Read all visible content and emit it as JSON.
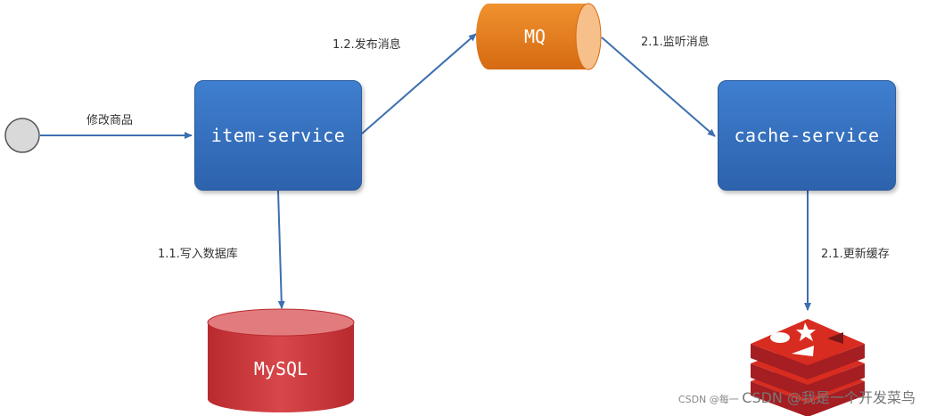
{
  "nodes": {
    "item_service": "item-service",
    "cache_service": "cache-service",
    "mq": "MQ",
    "mysql": "MySQL"
  },
  "edges": {
    "modify": "修改商品",
    "write_db": "1.1.写入数据库",
    "publish": "1.2.发布消息",
    "listen": "2.1.监听消息",
    "update_cache": "2.1.更新缓存"
  },
  "watermark": {
    "small": "CSDN @每一",
    "big": "CSDN @我是一个开发菜鸟"
  },
  "colors": {
    "service_blue": "#3573c2",
    "mq_orange": "#e57a1c",
    "mysql_red": "#c9373a",
    "redis_red": "#d12f2c",
    "arrow": "#3d6fb0"
  }
}
